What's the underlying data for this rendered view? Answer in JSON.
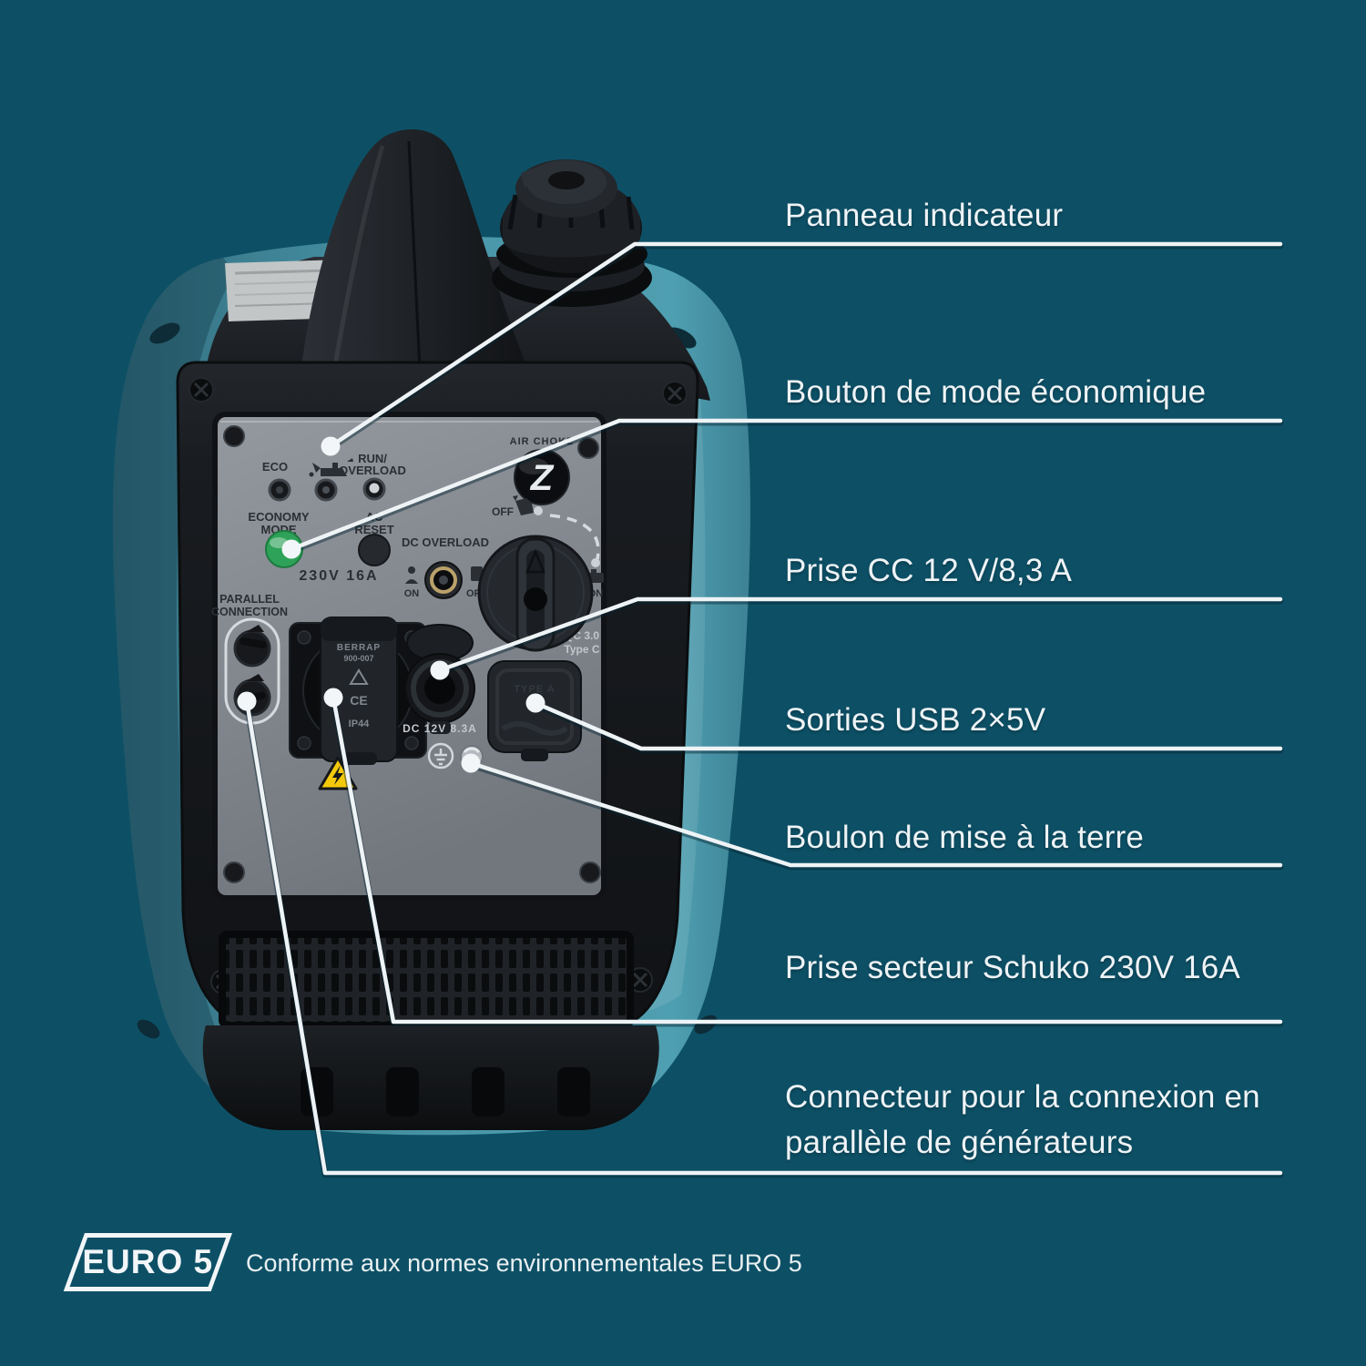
{
  "colors": {
    "background": "#0d5066",
    "body_teal": "#458fa1",
    "line_white": "#eef3f6",
    "economy_green": "#2ea258",
    "warning_yellow": "#f4c90c"
  },
  "callouts": [
    {
      "label": "Panneau indicateur"
    },
    {
      "label": "Bouton de mode économique"
    },
    {
      "label": "Prise CC 12 V/8,3 A"
    },
    {
      "label": "Sorties USB 2×5V"
    },
    {
      "label": "Boulon de mise à la terre"
    },
    {
      "label": "Prise secteur Schuko 230V 16A"
    },
    {
      "label": "Connecteur pour la connexion en parallèle de générateurs"
    }
  ],
  "panel": {
    "eco": "ECO",
    "run1": "RUN/",
    "run2": "OVERLOAD",
    "economy1": "ECONOMY",
    "economy2": "MODE",
    "ac1": "AC",
    "ac2": "RESET",
    "dc_overload": "DC OVERLOAD",
    "on_small": "ON",
    "off_small": "OFF",
    "socket_rating": "230V 16A",
    "parallel1": "PARALLEL",
    "parallel2": "CONNECTION",
    "air_choke": "AIR CHOKE",
    "choke_off": "OFF",
    "choke_on": "ON",
    "z_logo": "Z",
    "qc1": "QC 3.0",
    "qc2": "Type C",
    "dc_rating": "DC 12V 8.3A",
    "usb_cover": "TYPE A",
    "schuko_brand": "BERRAP",
    "schuko_model": "900-007",
    "schuko_ce": "CE",
    "schuko_ip": "IP44"
  },
  "footer": {
    "badge": "EURO 5",
    "text": "Conforme aux normes environnementales EURO 5"
  }
}
